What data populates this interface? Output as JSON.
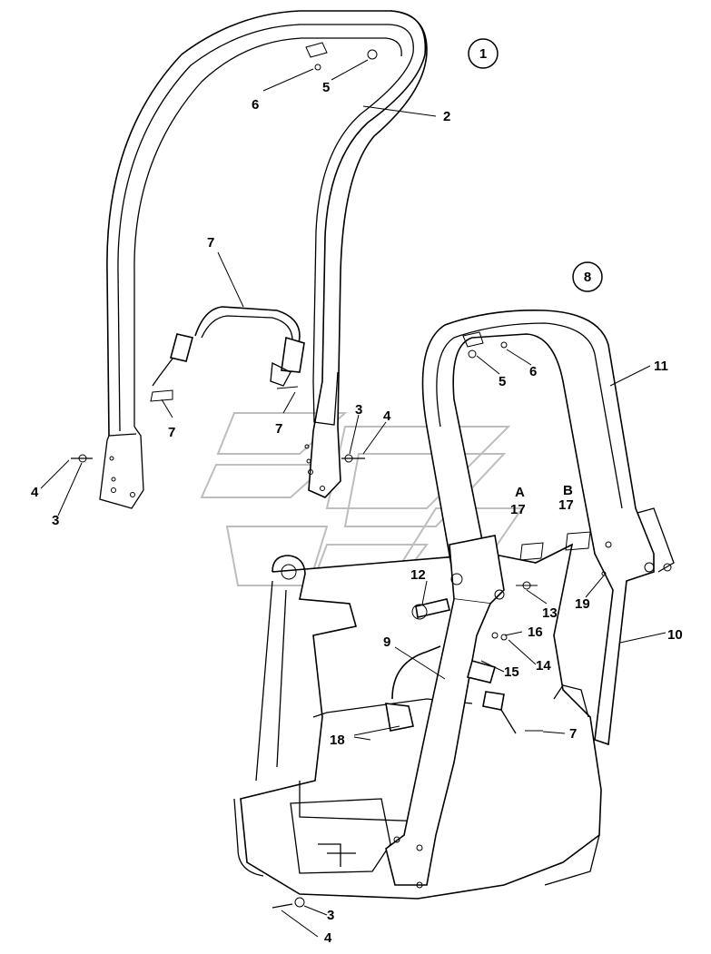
{
  "assemblies": [
    {
      "id": "assembly-1",
      "label": "1"
    },
    {
      "id": "assembly-8",
      "label": "8"
    }
  ],
  "callouts": {
    "top": [
      "6",
      "5",
      "2",
      "7",
      "7",
      "7",
      "3",
      "4",
      "4",
      "3"
    ],
    "bottom": [
      "5",
      "6",
      "11",
      "A",
      "17",
      "B",
      "17",
      "12",
      "13",
      "19",
      "10",
      "16",
      "9",
      "15",
      "14",
      "18",
      "7",
      "3",
      "4"
    ]
  }
}
